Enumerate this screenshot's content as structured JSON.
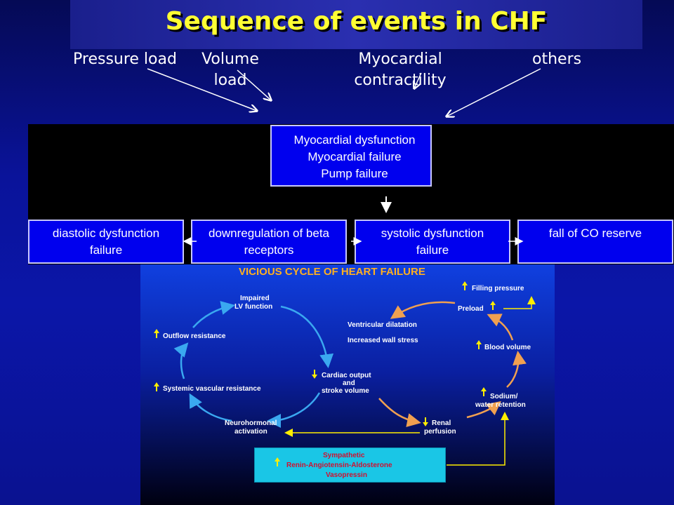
{
  "title": "Sequence of events in CHF",
  "causes": {
    "pressure_load": "Pressure load",
    "volume_load_1": "Volume",
    "volume_load_2": "load",
    "myocardial_1": "Myocardial",
    "myocardial_2": "contractility",
    "others": "others"
  },
  "central_box": [
    "Myocardial dysfunction",
    "Myocardial failure",
    "Pump failure"
  ],
  "row_boxes": {
    "diastolic": [
      "diastolic dysfunction",
      "failure"
    ],
    "downregulation": [
      "downregulation of beta",
      "receptors"
    ],
    "systolic": [
      "systolic dysfunction",
      "failure"
    ],
    "co_reserve": [
      "fall of CO reserve"
    ]
  },
  "vicious_cycle": {
    "title": "VICIOUS CYCLE OF HEART FAILURE",
    "impaired_lv": [
      "Impaired",
      "LV function"
    ],
    "outflow": "Outflow resistance",
    "svr": "Systemic vascular resistance",
    "neurohormonal": [
      "Neurohormonal",
      "activation"
    ],
    "cardiac_output": [
      "Cardiac output",
      "and",
      "stroke volume"
    ],
    "renal": [
      "Renal",
      "perfusion"
    ],
    "sodium": [
      "Sodium/",
      "water retention"
    ],
    "blood_volume": "Blood volume",
    "preload": "Preload",
    "filling_pressure": "Filling pressure",
    "ventricular_dilatation": "Ventricular dilatation",
    "wall_stress": "Increased wall stress",
    "mediators": [
      "Sympathetic",
      "Renin-Angiotensin-Aldosterone",
      "Vasopressin"
    ]
  },
  "colors": {
    "background": "#0a139a",
    "title": "#ffff33",
    "box_fill": "#0000ee",
    "up_arrow": "#ffee00",
    "cycle_blue": "#3aa8f0",
    "cycle_orange": "#f0a050",
    "mediator_box": "#1ac6e6"
  }
}
